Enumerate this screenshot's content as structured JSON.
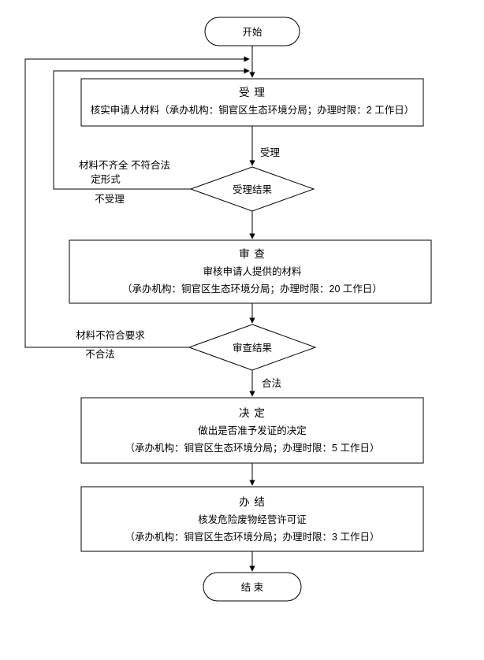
{
  "nodes": {
    "start": {
      "label": "开始"
    },
    "accept": {
      "title": "受 理",
      "line1": "核实申请人材料（承办机构：铜官区生态环境分局；办理时限：2 工作日）"
    },
    "accept_result": {
      "label": "受理结果"
    },
    "review": {
      "title": "审 查",
      "line1": "审核申请人提供的材料",
      "line2": "（承办机构：铜官区生态环境分局；办理时限：20 工作日）"
    },
    "decision": {
      "title": "决 定",
      "line1": "做出是否准予发证的决定",
      "line2": "（承办机构：铜官区生态环境分局；办理时限：5 工作日）"
    },
    "review_result": {
      "label": "审查结果"
    },
    "conclude": {
      "title": "办 结",
      "line1": "核发危险废物经营许可证",
      "line2": "（承办机构：铜官区生态环境分局；办理时限：3 工作日）"
    },
    "end": {
      "label": "结 束"
    }
  },
  "edge_labels": {
    "accepted": "受理",
    "legal": "合法",
    "reject_accept_line1": "材料不齐全 不符合法",
    "reject_accept_line2": "定形式",
    "reject_accept_line3": "不受理",
    "reject_review_line1": "材料不符合要求",
    "reject_review_line2": "不合法"
  }
}
